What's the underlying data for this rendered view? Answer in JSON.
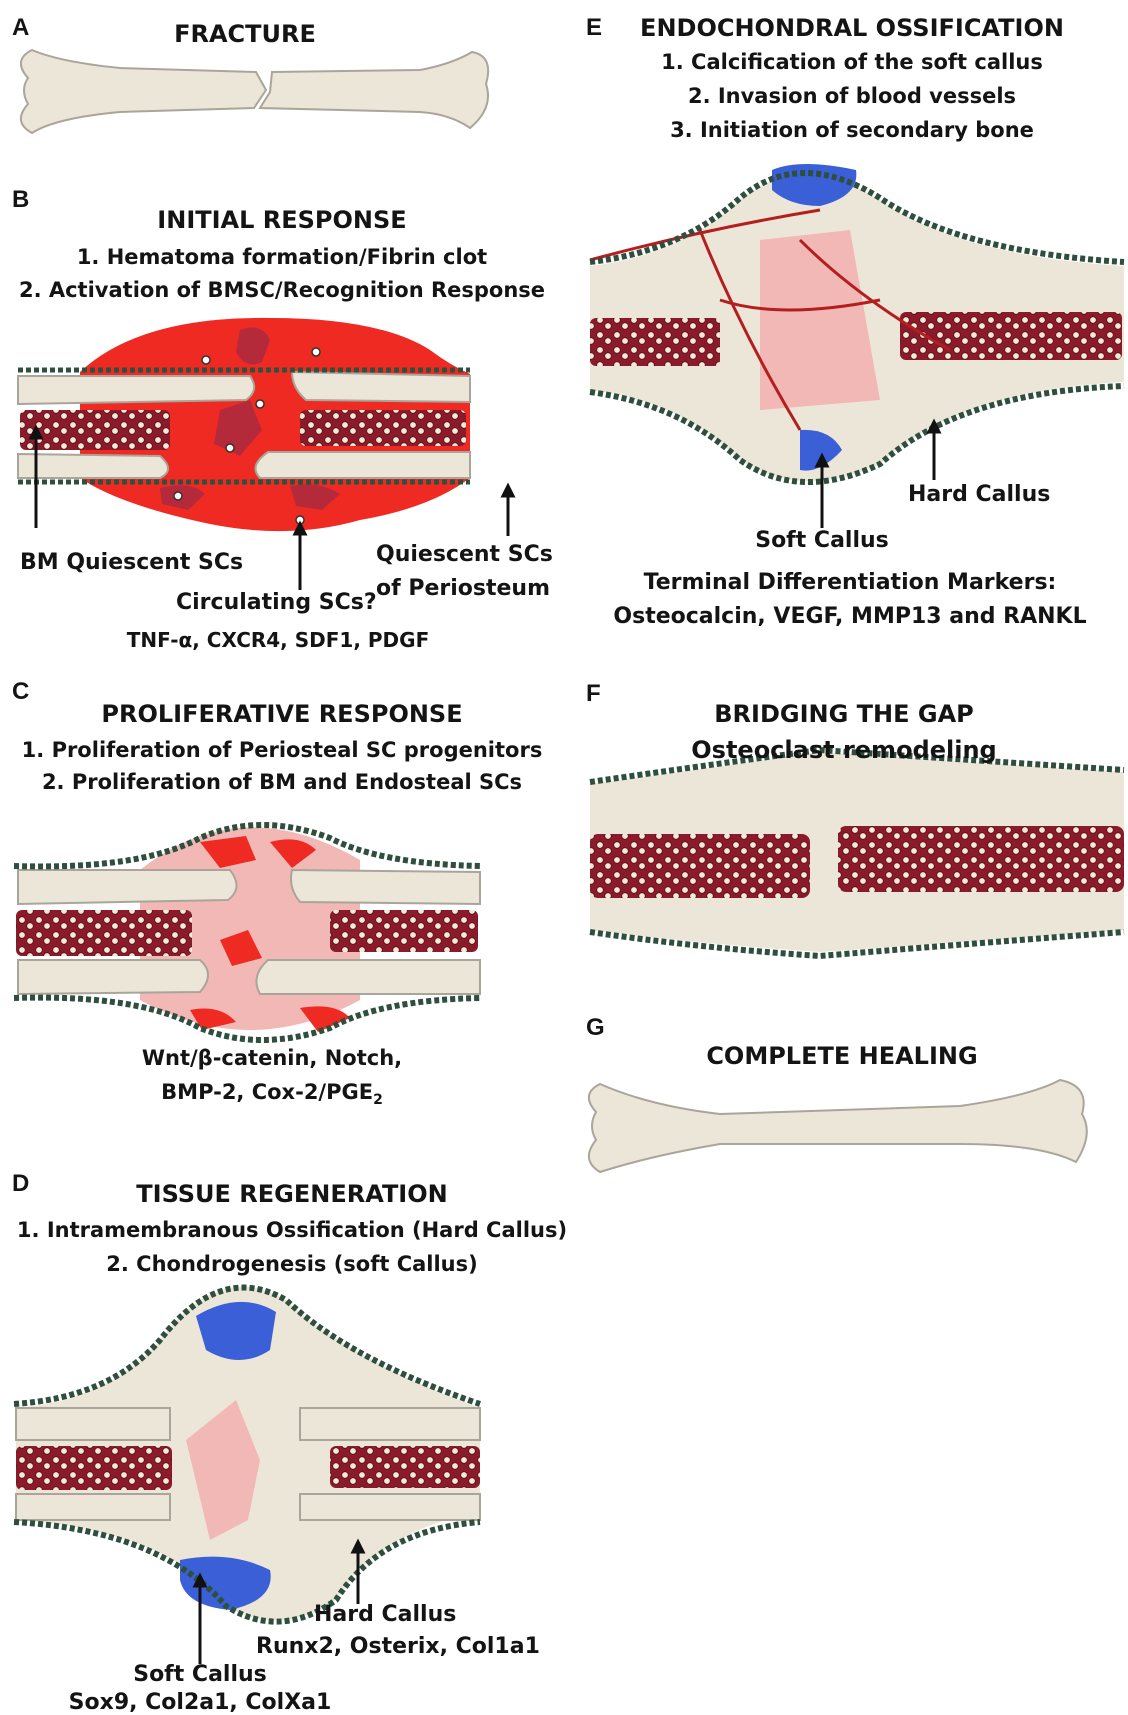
{
  "panels": {
    "a": {
      "letter": "A",
      "title": "FRACTURE"
    },
    "b": {
      "letter": "B",
      "title": "INITIAL RESPONSE",
      "step1": "1. Hematoma formation/Fibrin clot",
      "step2": "2. Activation of BMSC/Recognition Response",
      "label_bm": "BM Quiescent SCs",
      "label_circ": "Circulating SCs?",
      "label_peri_1": "Quiescent SCs",
      "label_peri_2": "of Periosteum",
      "markers": "TNF-α, CXCR4, SDF1, PDGF"
    },
    "c": {
      "letter": "C",
      "title": "PROLIFERATIVE RESPONSE",
      "step1": "1. Proliferation of Periosteal SC progenitors",
      "step2": "2. Proliferation of BM and Endosteal SCs",
      "markers_1": "Wnt/β-catenin, Notch,",
      "markers_2": "BMP-2, Cox-2/PGE",
      "markers_2_sub": "2"
    },
    "d": {
      "letter": "D",
      "title": "TISSUE REGENERATION",
      "step1": "1. Intramembranous Ossification (Hard Callus)",
      "step2": "2. Chondrogenesis (soft Callus)",
      "label_hard": "Hard Callus",
      "markers_hard": "Runx2, Osterix, Col1a1",
      "label_soft": "Soft Callus",
      "markers_soft": "Sox9, Col2a1, ColXa1"
    },
    "e": {
      "letter": "E",
      "title": "ENDOCHONDRAL OSSIFICATION",
      "step1": "1. Calcification of the soft callus",
      "step2": "2. Invasion of blood vessels",
      "step3": "3. Initiation of secondary bone",
      "label_hard": "Hard Callus",
      "label_soft": "Soft Callus",
      "markers_title": "Terminal Differentiation Markers:",
      "markers": "Osteocalcin, VEGF, MMP13 and RANKL"
    },
    "f": {
      "letter": "F",
      "title": "BRIDGING THE GAP",
      "subtitle": "Osteoclast remodeling"
    },
    "g": {
      "letter": "G",
      "title": "COMPLETE HEALING"
    }
  },
  "colors": {
    "bone": "#ece6d8",
    "bone_outline": "#aaa59a",
    "marrow": "#8b1a2b",
    "hematoma": "#ee2a22",
    "clot": "#b52a3a",
    "soft_callus": "#3a5fd6",
    "pink_tissue": "#f2b8b6",
    "periosteum": "#2f4f3e",
    "vessel": "#b51e1e"
  }
}
